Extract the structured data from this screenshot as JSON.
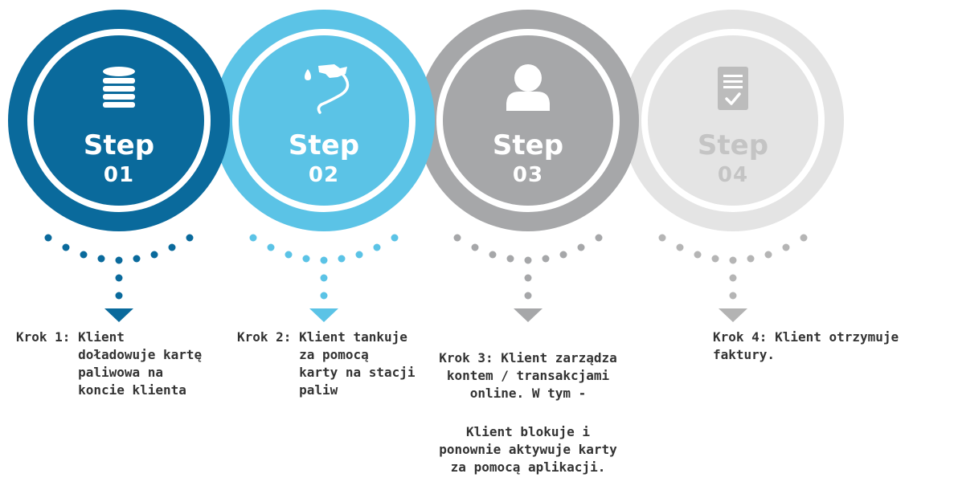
{
  "colors": {
    "step1": "#0a6a9c",
    "step2": "#5bc3e6",
    "step3": "#a6a7a9",
    "step4": "#e4e4e4"
  },
  "steps": [
    {
      "word": "Step",
      "number": "01",
      "icon": "database-icon",
      "desc_label": "Krok 1: ",
      "desc_text": "Klient\ndoładowuje kartę\npaliwowa na\nkoncie klienta"
    },
    {
      "word": "Step",
      "number": "02",
      "icon": "fuel-nozzle-icon",
      "desc_label": "Krok 2: ",
      "desc_text": "Klient tankuje\nza pomocą\nkarty na stacji\npaliw"
    },
    {
      "word": "Step",
      "number": "03",
      "icon": "user-icon",
      "desc_main": "Krok 3: Klient zarządza\nkontem / transakcjami\nonline. W tym -",
      "desc_extra": "Klient blokuje i\nponownie aktywuje karty\nza pomocą aplikacji."
    },
    {
      "word": "Step",
      "number": "04",
      "icon": "invoice-check-icon",
      "desc_text": "Krok 4: Klient otrzymuje faktury."
    }
  ]
}
